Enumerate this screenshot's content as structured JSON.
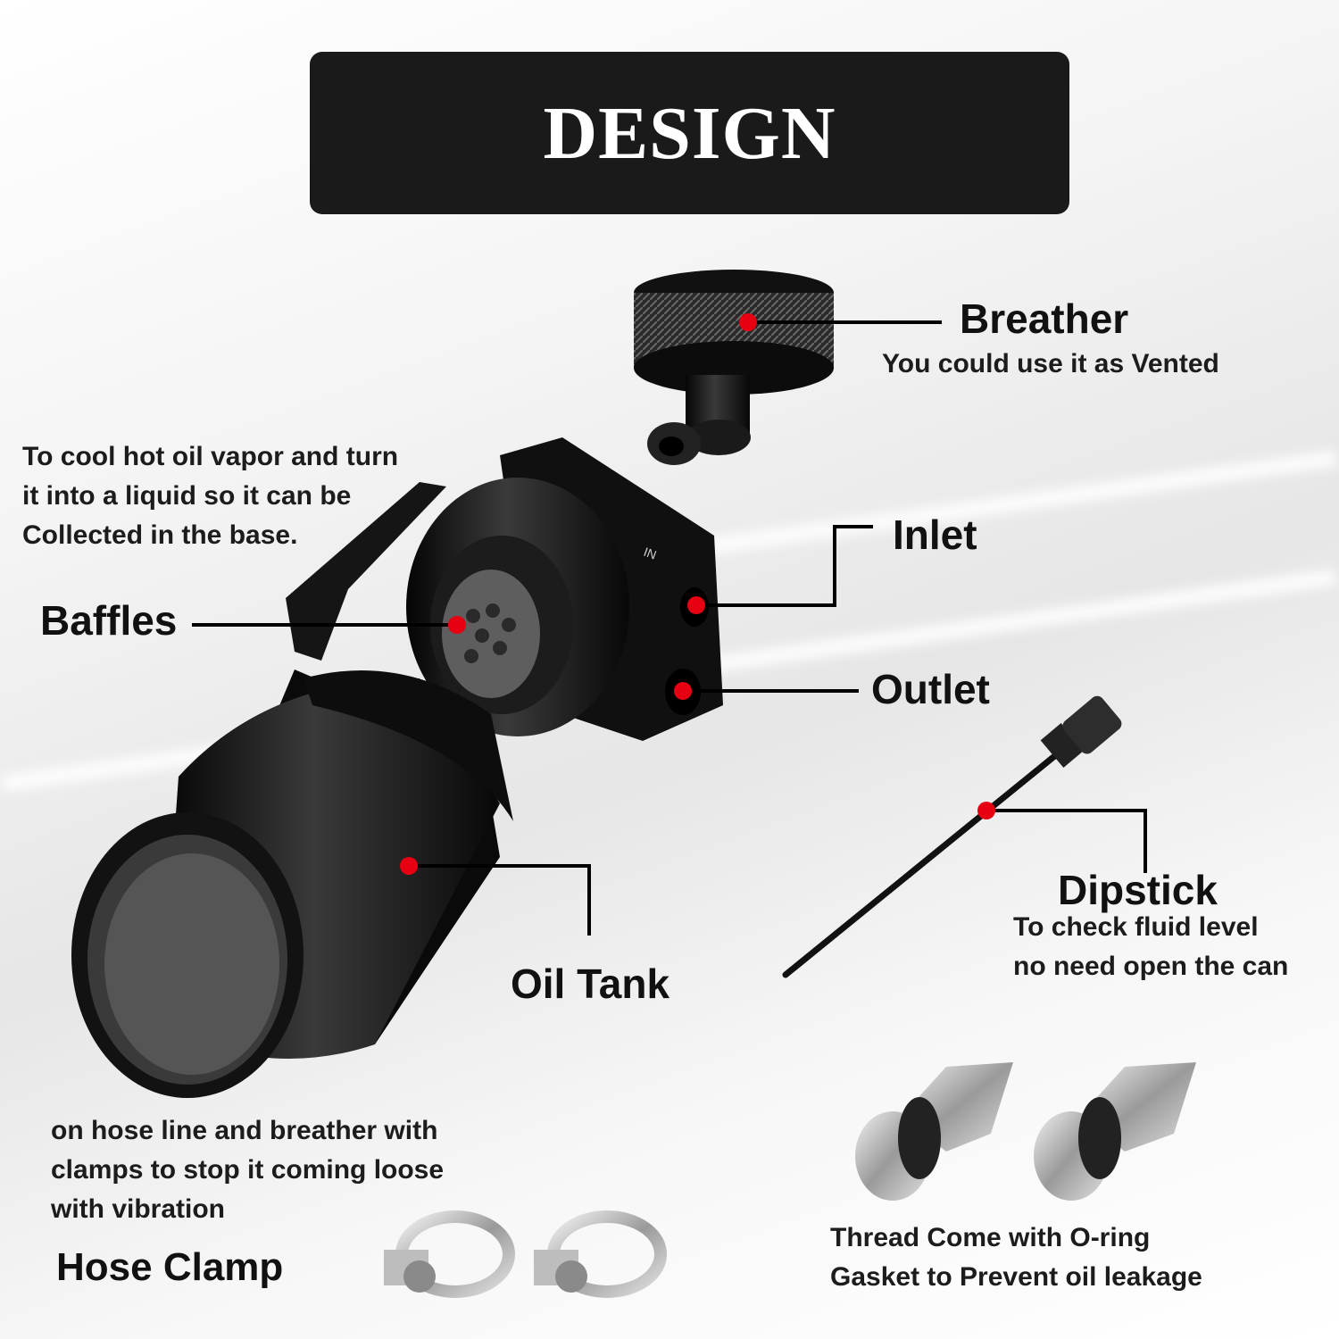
{
  "title": "DESIGN",
  "breather": {
    "label": "Breather",
    "desc": "You could use it as Vented"
  },
  "baffles": {
    "label": "Baffles",
    "desc": [
      "To cool hot oil vapor and turn",
      "it into a liquid so it can be",
      "Collected in the base."
    ]
  },
  "inlet": {
    "label": "Inlet",
    "stamp": "IN"
  },
  "outlet": {
    "label": "Outlet"
  },
  "dipstick": {
    "label": "Dipstick",
    "desc": [
      "To check fluid level",
      "no need open the can"
    ]
  },
  "oil_tank": {
    "label": "Oil Tank"
  },
  "hose_clamp": {
    "label": "Hose Clamp",
    "desc": [
      "on hose line and breather with",
      "clamps to stop it coming loose",
      "with vibration"
    ]
  },
  "fittings": {
    "desc": [
      "Thread Come with O-ring",
      "Gasket to Prevent oil leakage"
    ]
  },
  "colors": {
    "title_bg": "#1a1a1a",
    "marker": "#e60012",
    "part": "#111111",
    "metal": "#c8c8c8"
  }
}
